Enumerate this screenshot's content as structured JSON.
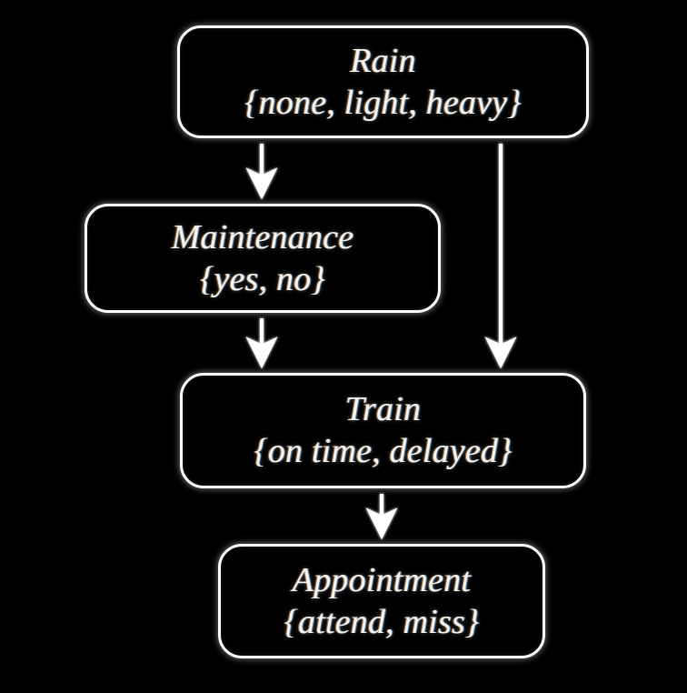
{
  "diagram": {
    "type": "bayesian-network",
    "background_color": "#000000",
    "stroke_color": "#ffffff",
    "text_color": "#f6f4ef",
    "nodes": [
      {
        "id": "rain",
        "title": "Rain",
        "states": "{none, light, heavy}"
      },
      {
        "id": "maintenance",
        "title": "Maintenance",
        "states": "{yes, no}"
      },
      {
        "id": "train",
        "title": "Train",
        "states": "{on time, delayed}"
      },
      {
        "id": "appointment",
        "title": "Appointment",
        "states": "{attend, miss}"
      }
    ],
    "edges": [
      {
        "id": "rain-to-maintenance",
        "from": "Rain",
        "to": "Maintenance"
      },
      {
        "id": "rain-to-train",
        "from": "Rain",
        "to": "Train"
      },
      {
        "id": "maintenance-to-train",
        "from": "Maintenance",
        "to": "Train"
      },
      {
        "id": "train-to-appointment",
        "from": "Train",
        "to": "Appointment"
      }
    ]
  }
}
